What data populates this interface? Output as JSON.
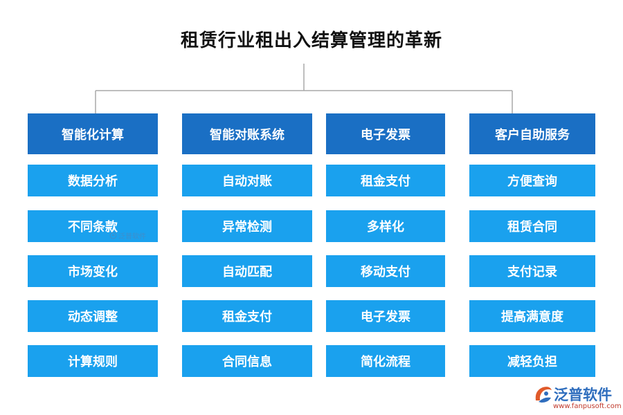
{
  "title": "租赁行业租出入结算管理的革新",
  "colors": {
    "header_fill": "#1a6fc4",
    "item_fill": "#1aa1ee",
    "connector": "#a8a8a8",
    "logo_blue": "#2e6dbd",
    "logo_red": "#c0392b"
  },
  "columns": [
    {
      "header": "智能化计算",
      "items": [
        "数据分析",
        "不同条款",
        "市场变化",
        "动态调整",
        "计算规则"
      ]
    },
    {
      "header": "智能对账系统",
      "items": [
        "自动对账",
        "异常检测",
        "自动匹配",
        "租金支付",
        "合同信息"
      ]
    },
    {
      "header": "电子发票",
      "items": [
        "租金支付",
        "多样化",
        "移动支付",
        "电子发票",
        "简化流程"
      ]
    },
    {
      "header": "客户自助服务",
      "items": [
        "方便查询",
        "租赁合同",
        "支付记录",
        "提高满意度",
        "减轻负担"
      ]
    }
  ],
  "watermark": {
    "small_text": "泛普软件",
    "logo_text": "泛普软件",
    "logo_url": "www.fanpusoft.com"
  }
}
